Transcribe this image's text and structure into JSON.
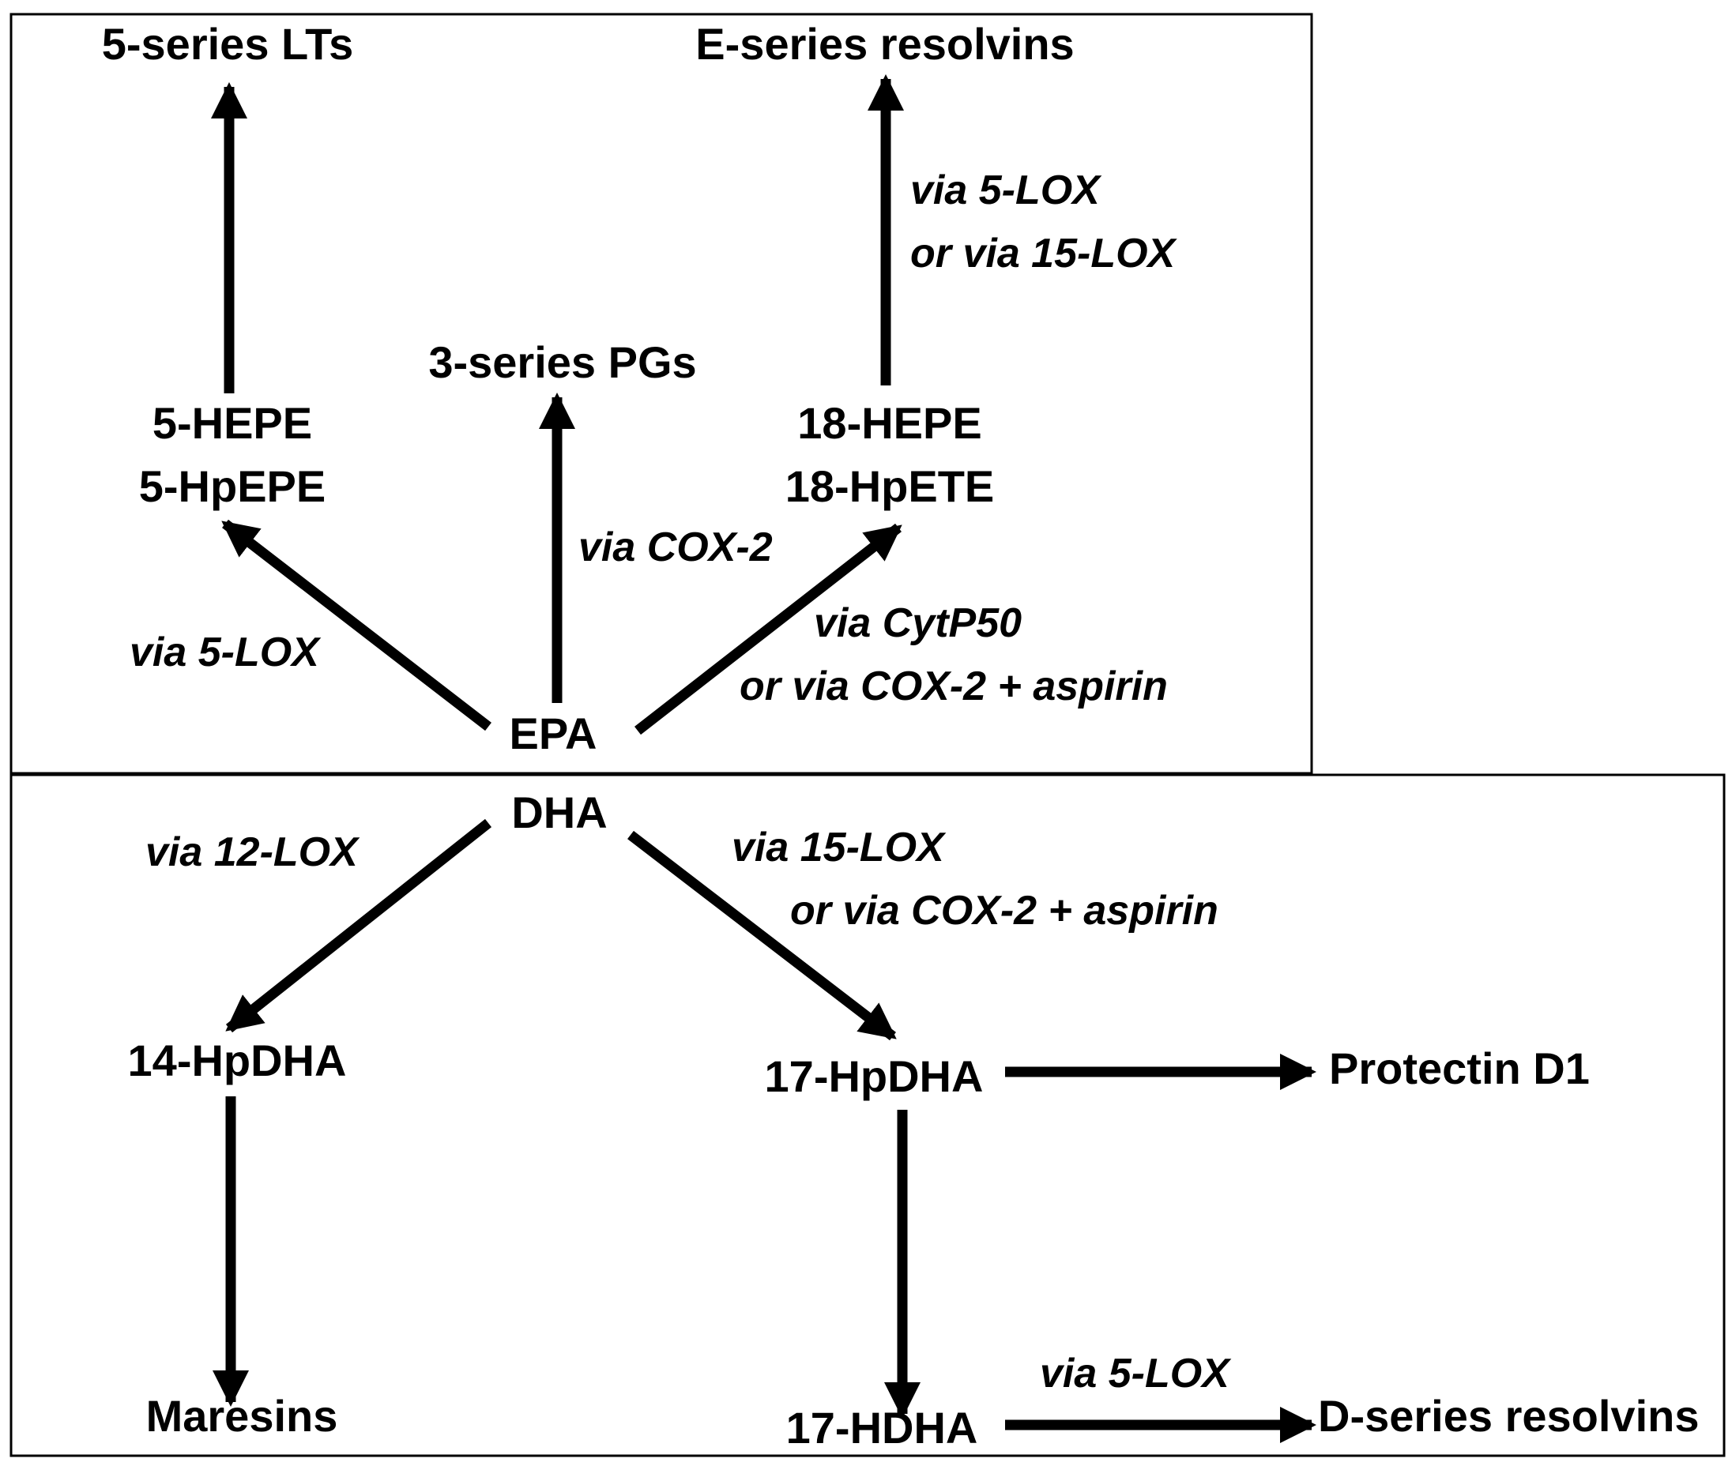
{
  "epa_panel": {
    "source": "EPA",
    "products": {
      "lts": "5-series LTs",
      "resolvins_e": "E-series resolvins",
      "pgs": "3-series PGs",
      "hepe5_a": "5-HEPE",
      "hepe5_b": "5-HpEPE",
      "hepe18_a": "18-HEPE",
      "hepe18_b": "18-HpETE"
    },
    "enzymes": {
      "e_series_1": "via 5-LOX",
      "e_series_2": "or via 15-LOX",
      "pgs": "via COX-2",
      "hepe5": "via 5-LOX",
      "hepe18_1": "via CytP50",
      "hepe18_2": "or via COX-2 + aspirin"
    }
  },
  "dha_panel": {
    "source": "DHA",
    "products": {
      "hpdha14": "14-HpDHA",
      "hpdha17": "17-HpDHA",
      "protectin": "Protectin D1",
      "maresins": "Maresins",
      "hdha17": "17-HDHA",
      "resolvins_d": "D-series resolvins"
    },
    "enzymes": {
      "hpdha14": "via 12-LOX",
      "hpdha17_1": "via 15-LOX",
      "hpdha17_2": "or via COX-2 + aspirin",
      "resolvins_d": "via 5-LOX"
    }
  },
  "colors": {
    "ink": "#000000",
    "background": "#ffffff"
  }
}
